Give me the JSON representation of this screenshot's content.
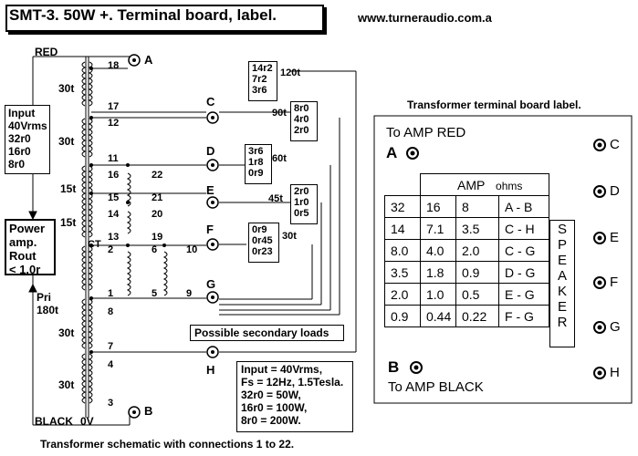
{
  "title": "SMT-3. 50W +. Terminal board, label.",
  "website": "www.turneraudio.com.a",
  "schematic": {
    "wire_red": "RED",
    "wire_black": "BLACK",
    "wire_black_voltage": "0V",
    "terminal_a": "A",
    "terminal_b": "B",
    "terminal_c": "C",
    "terminal_d": "D",
    "terminal_e": "E",
    "terminal_f": "F",
    "terminal_g": "G",
    "terminal_h": "H",
    "input_box": [
      "Input",
      "40Vrms",
      "32r0",
      "16r0",
      "8r0"
    ],
    "power_box": [
      "Power",
      "amp.",
      "Rout",
      "< 1.0r"
    ],
    "pri_label": [
      "Pri",
      "180t"
    ],
    "turns_labels": [
      "30t",
      "30t",
      "15t",
      "15t",
      "30t",
      "30t"
    ],
    "pin_numbers": [
      "18",
      "17",
      "12",
      "11",
      "16",
      "22",
      "15",
      "21",
      "14",
      "20",
      "13",
      "CT",
      "2",
      "19",
      "6",
      "10",
      "1",
      "5",
      "9",
      "8",
      "7",
      "4",
      "3"
    ],
    "load_120t": {
      "values": [
        "14r2",
        "7r2",
        "3r6"
      ],
      "turns": "120t"
    },
    "load_90t": {
      "values": [
        "8r0",
        "4r0",
        "2r0"
      ],
      "turns": "90t"
    },
    "load_60t": {
      "values": [
        "3r6",
        "1r8",
        "0r9"
      ],
      "turns": "60t"
    },
    "load_45t": {
      "values": [
        "2r0",
        "1r0",
        "0r5"
      ],
      "turns": "45t"
    },
    "load_30t": {
      "values": [
        "0r9",
        "0r45",
        "0r23"
      ],
      "turns": "30t"
    },
    "possible_loads": "Possible secondary loads",
    "specs": [
      "Input = 40Vrms,",
      "Fs = 12Hz, 1.5Tesla.",
      "32r0  = 50W,",
      "16r0  = 100W,",
      "8r0  = 200W."
    ],
    "caption": "Transformer schematic with connections 1 to 22."
  },
  "label": {
    "heading": "Transformer terminal board label.",
    "to_amp_red": "To AMP RED",
    "to_amp_black": "To AMP BLACK",
    "big_a": "A",
    "big_b": "B",
    "amp_header": "AMP",
    "ohms_header": "ohms",
    "col_headers": [
      "32",
      "16",
      "8",
      "A - B"
    ],
    "rows": [
      [
        "14",
        "7.1",
        "3.5",
        "C - H"
      ],
      [
        "8.0",
        "4.0",
        "2.0",
        "C - G"
      ],
      [
        "3.5",
        "1.8",
        "0.9",
        "D - G"
      ],
      [
        "2.0",
        "1.0",
        "0.5",
        "E - G"
      ],
      [
        "0.9",
        "0.44",
        "0.22",
        "F - G"
      ]
    ],
    "speaker_letters": [
      "S",
      "P",
      "E",
      "A",
      "K",
      "E",
      "R"
    ],
    "side_terminals": [
      "C",
      "D",
      "E",
      "F",
      "G",
      "H"
    ]
  }
}
